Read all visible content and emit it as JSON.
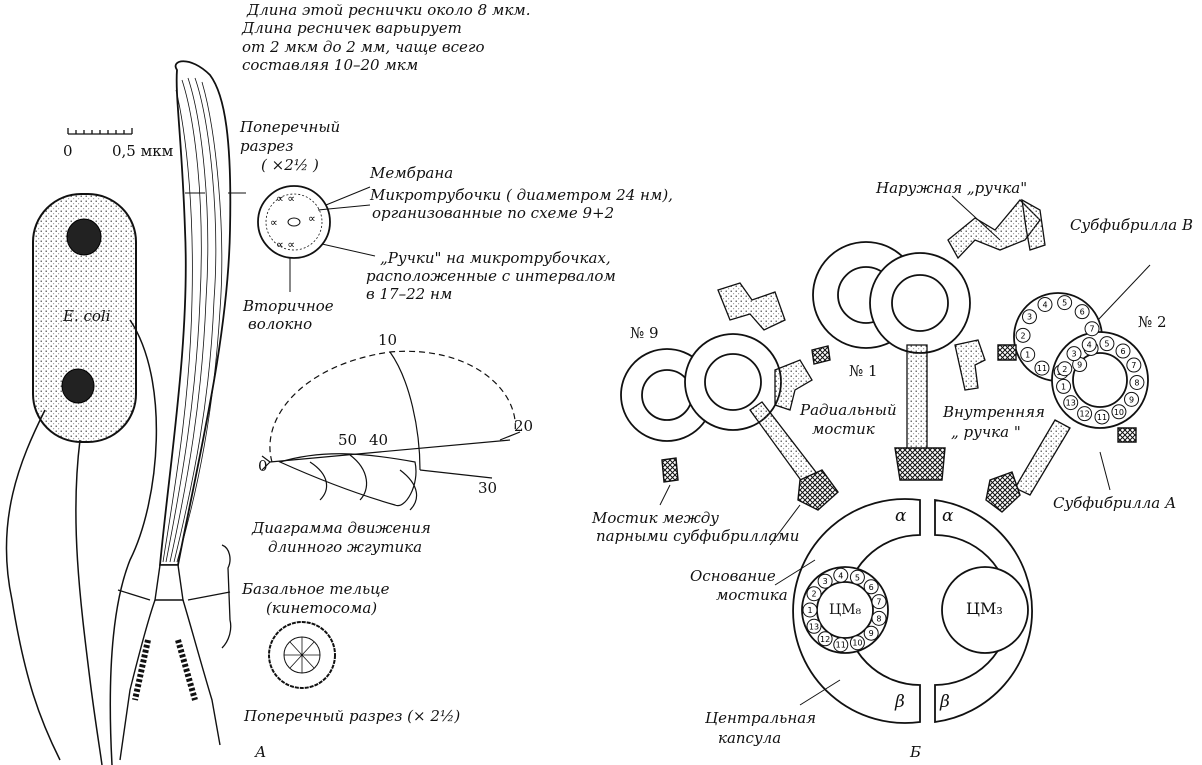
{
  "panel_a": {
    "label": "А",
    "cilium_length_note": [
      "Длина этой реснички около 8 мкм.",
      "Длина ресничек варьирует",
      "от 2 мкм до 2 мм, чаще всего",
      "составляя 10–20 мкм"
    ],
    "scale_bar": {
      "zero": "0",
      "value": "0,5 мкм"
    },
    "bacterium_label": "E. coli",
    "cross_section_label": [
      "Поперечный",
      "разрез",
      "( ×2½ )"
    ],
    "membrane": "Мембрана",
    "microtubules": [
      "Микротрубочки ( диаметром 24 нм),",
      "организованные по схеме 9+2"
    ],
    "handles": [
      "„Ручки\" на микротрубочках,",
      "расположенные с интервалом",
      "в  17–22 нм"
    ],
    "secondary_fiber": [
      "Вторичное",
      "волокно"
    ],
    "motion_diagram": {
      "ticks": [
        "10",
        "20",
        "30",
        "0",
        "50",
        "40"
      ],
      "caption": [
        "Диаграмма движения",
        "длинного жгутика"
      ]
    },
    "basal_body": [
      "Базальное тельце",
      "(кинетосома)"
    ],
    "cross_section_bottom": "Поперечный разрез (× 2½)"
  },
  "panel_b": {
    "label": "Б",
    "outer_handle": "Наружная „ручка\"",
    "subfibril_b": "Субфибрилла В",
    "subfibril_a": "Субфибрилла А",
    "doublet_9": "№ 9",
    "doublet_1": "№ 1",
    "doublet_2": "№ 2",
    "radial_bridge": [
      "Радиальный",
      "мостик"
    ],
    "inner_handle": [
      "Внутренняя",
      "„ ручка \""
    ],
    "bridge_between": [
      "Мостик между",
      "парными субфибриллами"
    ],
    "bridge_base": [
      "Основание",
      "мостика"
    ],
    "central_capsule": [
      "Центральная",
      "капсула"
    ],
    "alpha": "α",
    "beta": "β",
    "cm_left": "ЦМ₈",
    "cm_right": "ЦМ₃",
    "subfibril_a_numbers": [
      "1",
      "2",
      "3",
      "4",
      "5",
      "6",
      "7",
      "8",
      "9",
      "10",
      "11",
      "12",
      "13"
    ],
    "subfibril_b_numbers": [
      "1",
      "2",
      "3",
      "4",
      "5",
      "6",
      "7",
      "8",
      "9",
      "10",
      "11"
    ]
  }
}
